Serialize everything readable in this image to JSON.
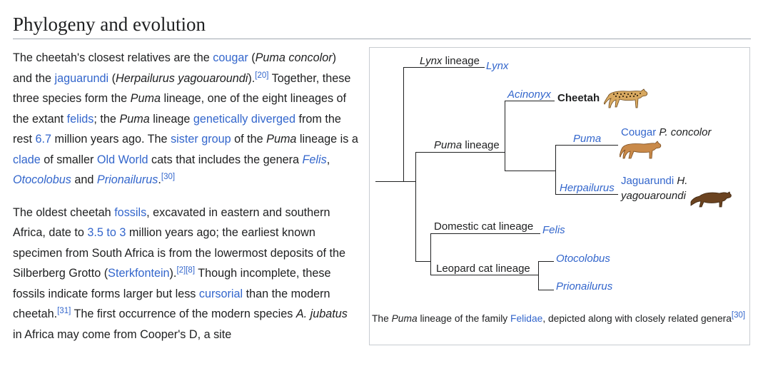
{
  "section_title": "Phylogeny and evolution",
  "p1": {
    "t1": "The cheetah's closest relatives are the ",
    "l_cougar": "cougar",
    "t2": " (",
    "i_puma_concolor": "Puma concolor",
    "t3": ") and the ",
    "l_jaguarundi": "jaguarundi",
    "t4": " (",
    "i_herpailurus": "Herpailurus yagouaroundi",
    "t5": ").",
    "ref1": "[20]",
    "t6": " Together, these three species form the ",
    "i_puma1": "Puma",
    "t7": " lineage, one of the eight lineages of the extant ",
    "l_felids": "felids",
    "t8": "; the ",
    "i_puma2": "Puma",
    "t9": " lineage ",
    "l_diverged": "genetically diverged",
    "t10": " from the rest ",
    "l_67": "6.7",
    "t11": " million years ago. The ",
    "l_sister": "sister group",
    "t12": " of the ",
    "i_puma3": "Puma",
    "t13": " lineage is a ",
    "l_clade": "clade",
    "t14": " of smaller ",
    "l_oldworld": "Old World",
    "t15": " cats that includes the genera ",
    "l_felis": "Felis",
    "t16": ", ",
    "l_otocolobus": "Otocolobus",
    "t17": " and ",
    "l_prionailurus": "Prionailurus",
    "t18": ".",
    "ref2": "[30]"
  },
  "p2": {
    "t1": "The oldest cheetah ",
    "l_fossils": "fossils",
    "t2": ", excavated in eastern and southern Africa, date to ",
    "l_35": "3.5 to 3",
    "t3": " million years ago; the earliest known specimen from South Africa is from the lowermost deposits of the Silberberg Grotto (",
    "l_sterk": "Sterkfontein",
    "t4": ").",
    "ref1": "[2]",
    "ref2": "[8]",
    "t5": " Though incomplete, these fossils indicate forms larger but less ",
    "l_cursorial": "cursorial",
    "t6": " than the modern cheetah.",
    "ref3": "[31]",
    "t7": " The first occurrence of the modern species ",
    "i_ajubatus": "A. jubatus",
    "t8": " in Africa may come from Cooper's D, a site"
  },
  "tree": {
    "lynx_lineage_i": "Lynx",
    "lynx_lineage_t": " lineage",
    "lynx_genus": "Lynx",
    "acinonyx": "Acinonyx",
    "cheetah": "Cheetah",
    "puma_lineage_i": "Puma",
    "puma_lineage_t": " lineage",
    "puma_genus": "Puma",
    "cougar": "Cougar",
    "cougar_sci": "P. concolor",
    "herpailurus": "Herpailurus",
    "jaguarundi": "Jaguarundi",
    "jaguarundi_sci1": "H.",
    "jaguarundi_sci2": "yagouaroundi",
    "domestic_lineage": "Domestic cat lineage",
    "felis": "Felis",
    "leopard_lineage": "Leopard cat lineage",
    "otocolobus": "Otocolobus",
    "prionailurus": "Prionailurus"
  },
  "caption": {
    "t1": "The ",
    "i_puma": "Puma",
    "t2": " lineage of the family ",
    "l_felidae": "Felidae",
    "t3": ", depicted along with closely related genera",
    "ref": "[30]"
  },
  "colors": {
    "link": "#3366cc",
    "text": "#202122",
    "border": "#c8ccd1",
    "rule": "#a2a9b1"
  }
}
